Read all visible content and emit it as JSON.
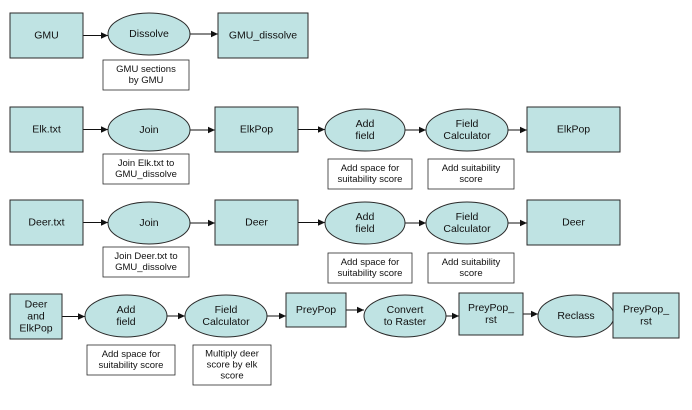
{
  "rows": [
    {
      "nodes": [
        {
          "id": "gmu",
          "shape": "rect",
          "lines": [
            "GMU"
          ]
        },
        {
          "id": "dissolve",
          "shape": "ellipse",
          "lines": [
            "Dissolve"
          ]
        },
        {
          "id": "gmu-dissolve",
          "shape": "rect",
          "lines": [
            "GMU_dissolve"
          ]
        }
      ],
      "notes": [
        {
          "under": "dissolve",
          "lines": [
            "GMU sections",
            "by GMU"
          ]
        }
      ]
    },
    {
      "nodes": [
        {
          "id": "elk-txt",
          "shape": "rect",
          "lines": [
            "Elk.txt"
          ]
        },
        {
          "id": "join-elk",
          "shape": "ellipse",
          "lines": [
            "Join"
          ]
        },
        {
          "id": "elkpop-1",
          "shape": "rect",
          "lines": [
            "ElkPop"
          ]
        },
        {
          "id": "add-field-elk",
          "shape": "ellipse",
          "lines": [
            "Add",
            "field"
          ]
        },
        {
          "id": "field-calc-elk",
          "shape": "ellipse",
          "lines": [
            "Field",
            "Calculator"
          ]
        },
        {
          "id": "elkpop-2",
          "shape": "rect",
          "lines": [
            "ElkPop"
          ]
        }
      ],
      "notes": [
        {
          "under": "join-elk",
          "lines": [
            "Join Elk.txt to",
            "GMU_dissolve"
          ]
        },
        {
          "under": "add-field-elk",
          "lines": [
            "Add space for",
            "suitability score"
          ]
        },
        {
          "under": "field-calc-elk",
          "lines": [
            "Add suitability",
            "score"
          ]
        }
      ]
    },
    {
      "nodes": [
        {
          "id": "deer-txt",
          "shape": "rect",
          "lines": [
            "Deer.txt"
          ]
        },
        {
          "id": "join-deer",
          "shape": "ellipse",
          "lines": [
            "Join"
          ]
        },
        {
          "id": "deer-1",
          "shape": "rect",
          "lines": [
            "Deer"
          ]
        },
        {
          "id": "add-field-deer",
          "shape": "ellipse",
          "lines": [
            "Add",
            "field"
          ]
        },
        {
          "id": "field-calc-deer",
          "shape": "ellipse",
          "lines": [
            "Field",
            "Calculator"
          ]
        },
        {
          "id": "deer-2",
          "shape": "rect",
          "lines": [
            "Deer"
          ]
        }
      ],
      "notes": [
        {
          "under": "join-deer",
          "lines": [
            "Join Deer.txt to",
            "GMU_dissolve"
          ]
        },
        {
          "under": "add-field-deer",
          "lines": [
            "Add space for",
            "suitability score"
          ]
        },
        {
          "under": "field-calc-deer",
          "lines": [
            "Add suitability",
            "score"
          ]
        }
      ]
    },
    {
      "nodes": [
        {
          "id": "deer-and-elkpop",
          "shape": "rect",
          "lines": [
            "Deer",
            "and",
            "ElkPop"
          ]
        },
        {
          "id": "add-field-prey",
          "shape": "ellipse",
          "lines": [
            "Add",
            "field"
          ]
        },
        {
          "id": "field-calc-prey",
          "shape": "ellipse",
          "lines": [
            "Field",
            "Calculator"
          ]
        },
        {
          "id": "preypop",
          "shape": "rect",
          "lines": [
            "PreyPop"
          ]
        },
        {
          "id": "convert-to-raster",
          "shape": "ellipse",
          "lines": [
            "Convert",
            "to Raster"
          ]
        },
        {
          "id": "preypop-rst-1",
          "shape": "rect",
          "lines": [
            "PreyPop_",
            "rst"
          ]
        },
        {
          "id": "reclass",
          "shape": "ellipse",
          "lines": [
            "Reclass"
          ]
        },
        {
          "id": "preypop-rst-2",
          "shape": "rect",
          "lines": [
            "PreyPop_",
            "rst"
          ]
        }
      ],
      "notes": [
        {
          "under": "add-field-prey",
          "lines": [
            "Add space for",
            "suitability score"
          ]
        },
        {
          "under": "field-calc-prey",
          "lines": [
            "Multiply deer",
            "score by elk",
            "score"
          ]
        }
      ]
    }
  ],
  "colors": {
    "node_fill": "#bfe3e3",
    "stroke": "#2a2a2a",
    "note_fill": "#ffffff"
  }
}
